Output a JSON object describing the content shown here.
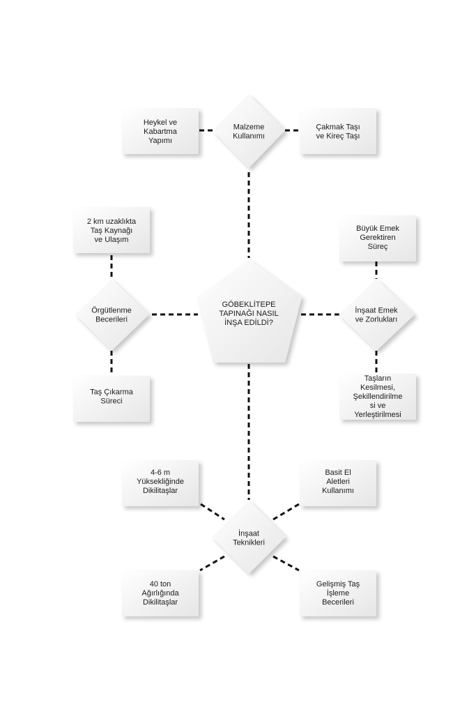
{
  "center": {
    "lines": [
      "GÖBEKLİTEPE",
      "TAPINAĞI NASIL",
      "İNŞA EDİLDİ?"
    ]
  },
  "hubs": {
    "materials": {
      "lines": [
        "Malzeme",
        "Kullanımı"
      ]
    },
    "organization": {
      "lines": [
        "Örgütlenme",
        "Becerileri"
      ]
    },
    "labor": {
      "lines": [
        "İnşaat Emek",
        "ve Zorlukları"
      ]
    },
    "techniques": {
      "lines": [
        "İnşaat",
        "Teknikleri"
      ]
    }
  },
  "leaves": {
    "sculpture": {
      "lines": [
        "Heykel ve",
        "Kabartma",
        "Yapımı"
      ]
    },
    "flint": {
      "lines": [
        "Çakmak Taşı",
        "ve Kireç Taşı"
      ]
    },
    "source": {
      "lines": [
        "2 km uzaklıkta",
        "Taş Kaynağı",
        "ve Ulaşım"
      ]
    },
    "quarry": {
      "lines": [
        "Taş Çıkarma",
        "Süreci"
      ]
    },
    "effort": {
      "lines": [
        "Büyük Emek",
        "Gerektiren",
        "Süreç"
      ]
    },
    "shaping": {
      "lines": [
        "Taşların",
        "Kesilmesi,",
        "Şekillendirilme",
        "si ve",
        "Yerleştirilmesi"
      ]
    },
    "height": {
      "lines": [
        "4-6 m",
        "Yüksekliğinde",
        "Dikilitaşlar"
      ]
    },
    "tools": {
      "lines": [
        "Basit El",
        "Aletleri",
        "Kullanımı"
      ]
    },
    "weight": {
      "lines": [
        "40 ton",
        "Ağırlığında",
        "Dikilitaşlar"
      ]
    },
    "skills": {
      "lines": [
        "Gelişmiş Taş",
        "İşleme",
        "Becerileri"
      ]
    }
  }
}
